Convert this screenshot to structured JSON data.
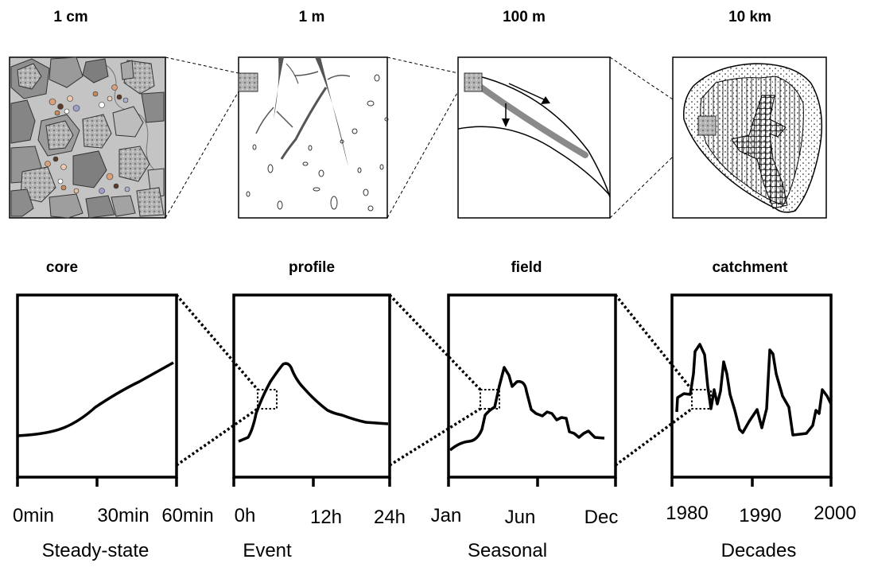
{
  "scales": [
    "1 cm",
    "1 m",
    "100 m",
    "10 km"
  ],
  "units": [
    "core",
    "profile",
    "field",
    "catchment"
  ],
  "panels": [
    {
      "ticks": [
        "0min",
        "30min",
        "60min"
      ],
      "timescale": "Steady-state"
    },
    {
      "ticks": [
        "0h",
        "12h",
        "24h"
      ],
      "timescale": "Event"
    },
    {
      "ticks": [
        "Jan",
        "Jun",
        "Dec"
      ],
      "timescale": "Seasonal"
    },
    {
      "ticks": [
        "1980",
        "1990",
        "2000"
      ],
      "timescale": "Decades"
    }
  ],
  "colors": {
    "ink": "#000000",
    "gray_fill": "#c8c8c8",
    "wet_band": "#8a8a8a"
  }
}
